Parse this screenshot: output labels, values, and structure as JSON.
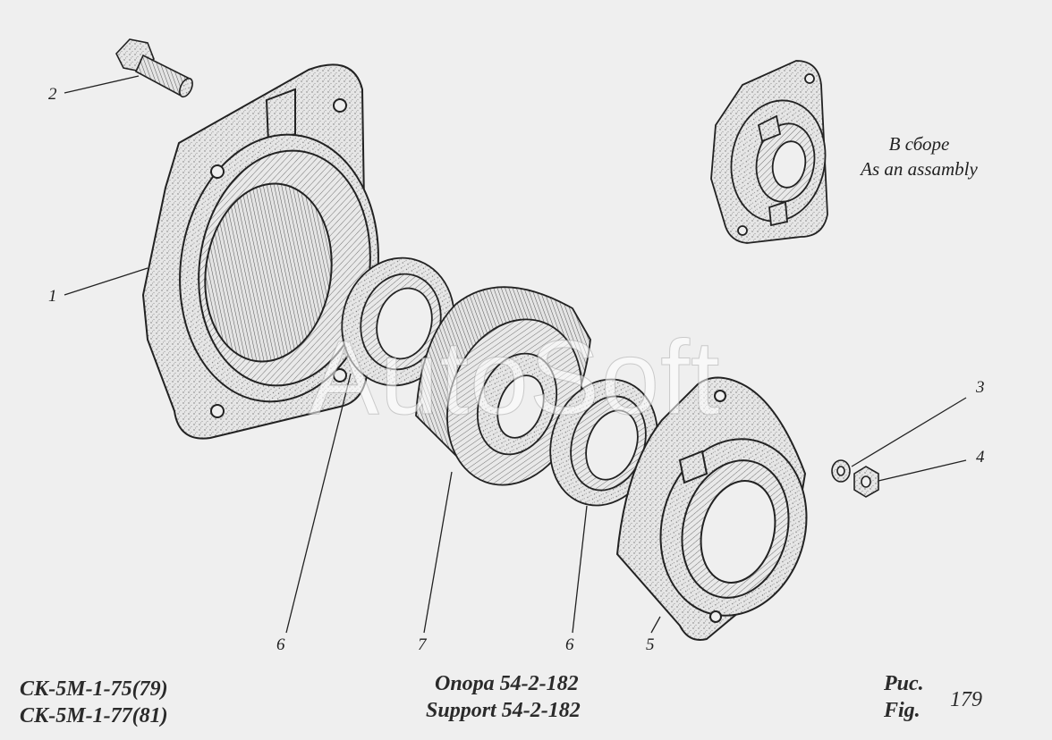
{
  "callouts": {
    "c1": "1",
    "c2": "2",
    "c3": "3",
    "c4": "4",
    "c5": "5",
    "c6a": "6",
    "c6b": "6",
    "c7": "7"
  },
  "assembly_note": {
    "ru": "В сборе",
    "en": "As an assambly"
  },
  "watermark": "AutoSoft",
  "models": [
    "СК-5М-1-75(79)",
    "СК-5М-1-77(81)"
  ],
  "title": {
    "ru": "Опора 54-2-182",
    "en": "Support 54-2-182"
  },
  "figure": {
    "ru": "Рис.",
    "en": "Fig.",
    "number": "179"
  },
  "colors": {
    "ink": "#2a2a2a",
    "background": "#efefef"
  }
}
